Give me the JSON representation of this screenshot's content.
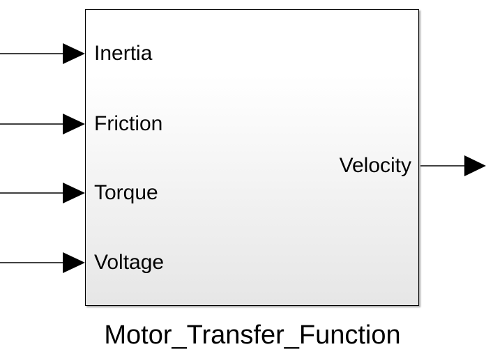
{
  "block": {
    "name": "Motor_Transfer_Function",
    "inputs": [
      "Inertia",
      "Friction",
      "Torque",
      "Voltage"
    ],
    "outputs": [
      "Velocity"
    ]
  },
  "colors": {
    "line": "#000000",
    "block_top": "#ffffff",
    "block_bottom": "#e6e6e6"
  }
}
